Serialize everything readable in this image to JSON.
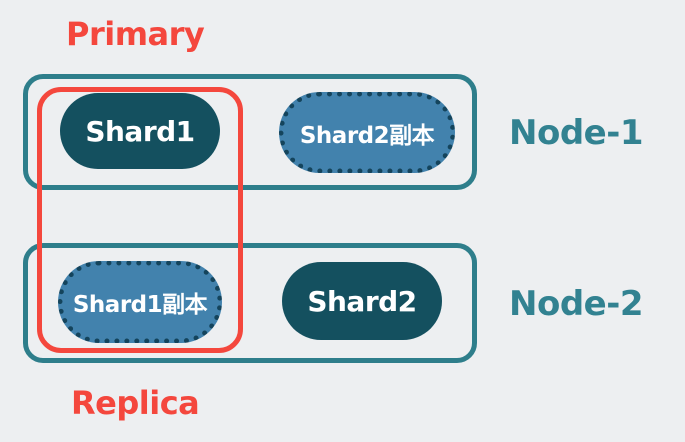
{
  "diagram_title": "shard-replica-distribution",
  "labels": {
    "primary": "Primary",
    "replica": "Replica"
  },
  "nodes": [
    {
      "label": "Node-1",
      "shards": [
        {
          "label": "Shard1",
          "role": "primary",
          "style": "solid-dark-pill"
        },
        {
          "label": "Shard2副本",
          "role": "replica",
          "style": "dotted-blue-pill"
        }
      ]
    },
    {
      "label": "Node-2",
      "shards": [
        {
          "label": "Shard1副本",
          "role": "replica",
          "style": "dotted-blue-pill"
        },
        {
          "label": "Shard2",
          "role": "primary",
          "style": "solid-dark-pill"
        }
      ]
    }
  ],
  "colors": {
    "background": "#edeff1",
    "accent_red": "#f4473d",
    "node_border_teal": "#2e7e8b",
    "node_label_teal": "#328291",
    "primary_shard_fill": "#14505f",
    "replica_shard_fill": "#4282ad",
    "replica_dotted_border": "#14445c",
    "shard_text": "#ffffff"
  }
}
